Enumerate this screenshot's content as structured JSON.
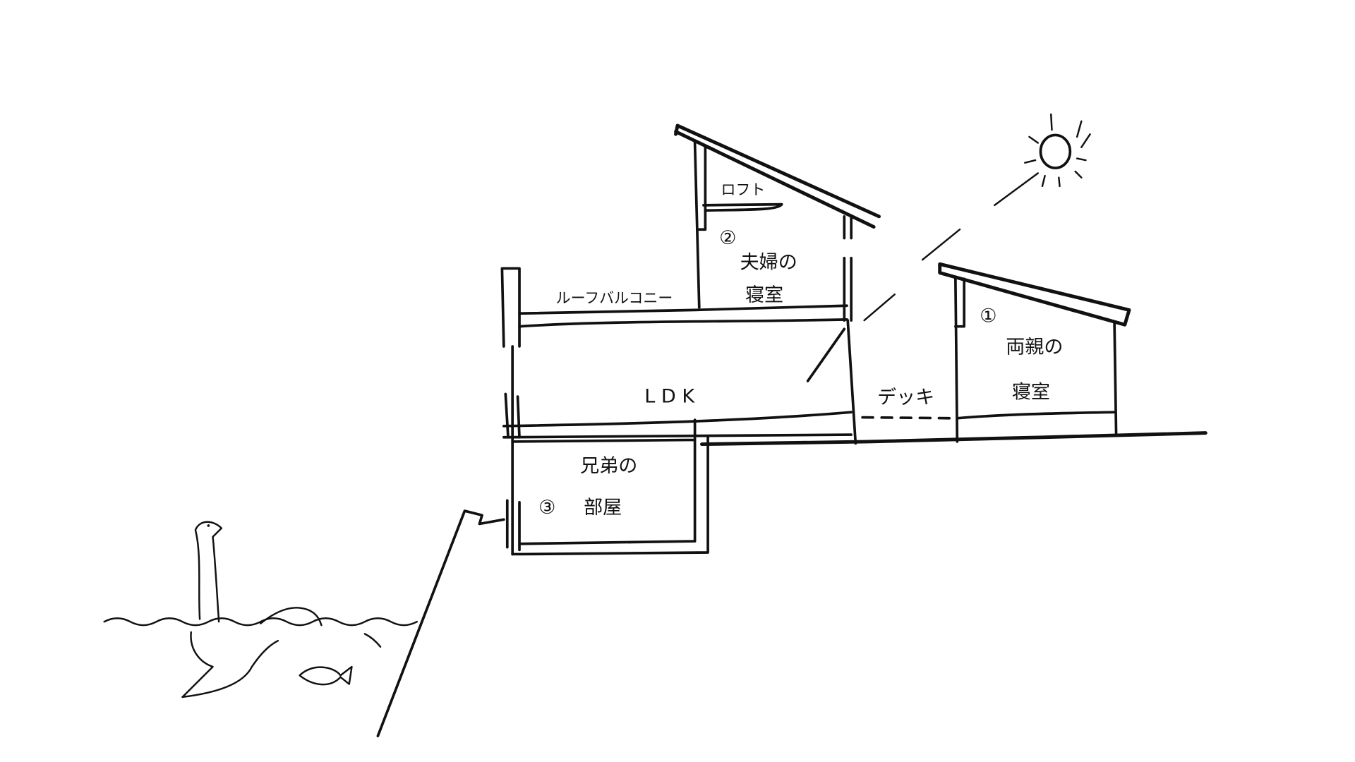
{
  "labels": {
    "loft": "ロフト",
    "room2_num": "②",
    "room2_line1": "夫婦の",
    "room2_line2": "寝室",
    "roof_balcony": "ルーフバルコニー",
    "ldk": "L D K",
    "deck": "デッキ",
    "room1_num": "①",
    "room1_line1": "両親の",
    "room1_line2": "寝室",
    "room3_num": "③",
    "room3_line1": "兄弟の",
    "room3_line2": "部屋"
  },
  "colors": {
    "ink": "#111111",
    "background": "#ffffff"
  }
}
